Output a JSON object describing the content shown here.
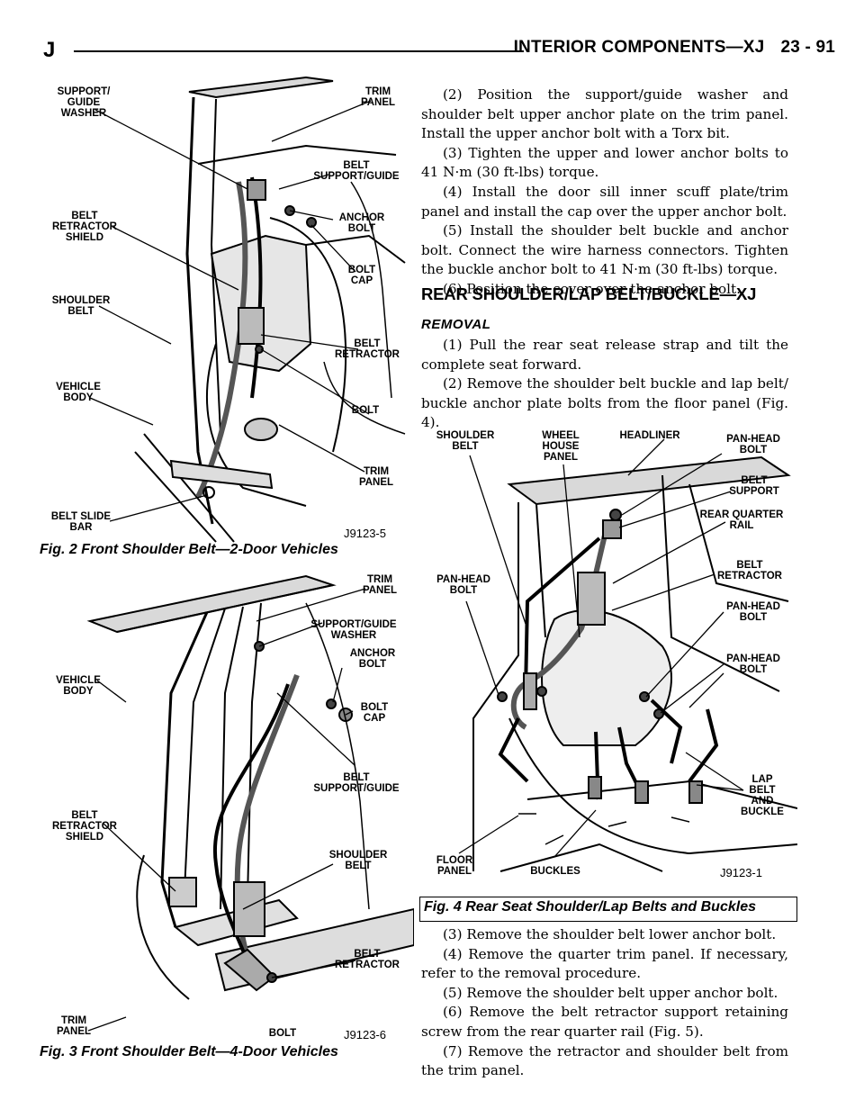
{
  "header": {
    "section_letter": "J",
    "title": "INTERIOR COMPONENTS—XJ",
    "page": "23 - 91"
  },
  "fig2": {
    "callouts": {
      "support_guide_washer": "SUPPORT/\nGUIDE\nWASHER",
      "trim_panel_top": "TRIM\nPANEL",
      "belt_support_guide": "BELT\nSUPPORT/GUIDE",
      "belt_retractor_shield": "BELT\nRETRACTOR\nSHIELD",
      "anchor_bolt": "ANCHOR\nBOLT",
      "bolt_cap": "BOLT\nCAP",
      "shoulder_belt": "SHOULDER\nBELT",
      "belt_retractor": "BELT\nRETRACTOR",
      "vehicle_body": "VEHICLE\nBODY",
      "bolt": "BOLT",
      "trim_panel_bottom": "TRIM\nPANEL",
      "belt_slide_bar": "BELT SLIDE\nBAR"
    },
    "figure_id": "J9123-5",
    "caption": "Fig. 2 Front Shoulder Belt—2-Door Vehicles"
  },
  "fig3": {
    "callouts": {
      "trim_panel_top": "TRIM\nPANEL",
      "support_guide_washer": "SUPPORT/GUIDE\nWASHER",
      "vehicle_body": "VEHICLE\nBODY",
      "anchor_bolt": "ANCHOR\nBOLT",
      "bolt_cap": "BOLT\nCAP",
      "belt_support_guide": "BELT\nSUPPORT/GUIDE",
      "belt_retractor_shield": "BELT\nRETRACTOR\nSHIELD",
      "shoulder_belt": "SHOULDER\nBELT",
      "belt_retractor": "BELT\nRETRACTOR",
      "trim_panel_bottom": "TRIM\nPANEL",
      "bolt": "BOLT"
    },
    "figure_id": "J9123-6",
    "caption": "Fig. 3 Front Shoulder Belt—4-Door Vehicles"
  },
  "fig4": {
    "callouts": {
      "shoulder_belt": "SHOULDER\nBELT",
      "wheel_house_panel": "WHEEL\nHOUSE\nPANEL",
      "headliner": "HEADLINER",
      "pan_head_bolt_1": "PAN-HEAD\nBOLT",
      "belt_support": "BELT\nSUPPORT",
      "rear_quarter_rail": "REAR QUARTER\nRAIL",
      "belt_retractor": "BELT\nRETRACTOR",
      "pan_head_bolt_left": "PAN-HEAD\nBOLT",
      "pan_head_bolt_2": "PAN-HEAD\nBOLT",
      "pan_head_bolt_3": "PAN-HEAD\nBOLT",
      "lap_belt_and_buckle": "LAP\nBELT\nAND\nBUCKLE",
      "floor_panel": "FLOOR\nPANEL",
      "buckles": "BUCKLES"
    },
    "figure_id": "J9123-1",
    "caption": "Fig. 4 Rear Seat Shoulder/Lap Belts and Buckles"
  },
  "intro_steps": [
    "(2) Position the support/guide washer and shoulder belt upper anchor plate on the trim panel. Install the upper anchor bolt with a Torx bit.",
    "(3) Tighten the upper and lower anchor bolts to 41 N·m (30 ft-lbs) torque.",
    "(4) Install the door sill inner scuff plate/trim panel and install the cap over the upper anchor bolt.",
    "(5) Install the shoulder belt buckle and anchor bolt. Connect the wire harness connectors. Tighten the buckle anchor bolt to 41 N·m (30 ft-lbs) torque.",
    "(6) Position the cover over the anchor bolt."
  ],
  "section_title": "REAR SHOULDER/LAP BELT/BUCKLE—XJ",
  "subheading": "REMOVAL",
  "removal_steps_a": [
    "(1) Pull the rear seat release strap and tilt the complete seat forward.",
    "(2) Remove the shoulder belt buckle and lap belt/ buckle anchor plate bolts from the floor panel (Fig. 4)."
  ],
  "removal_steps_b": [
    "(3) Remove the shoulder belt lower anchor bolt.",
    "(4) Remove the quarter trim panel. If necessary, refer to the removal procedure.",
    "(5) Remove the shoulder belt upper anchor bolt.",
    "(6) Remove the belt retractor support retaining screw from the rear quarter rail (Fig. 5).",
    "(7) Remove the retractor and shoulder belt from the trim panel."
  ]
}
